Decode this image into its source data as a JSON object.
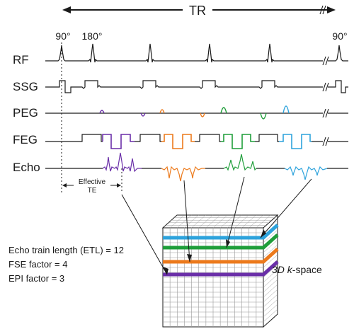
{
  "diagram": {
    "tr_label": "TR",
    "rows": [
      "RF",
      "SSG",
      "PEG",
      "FEG",
      "Echo"
    ],
    "angles": {
      "excite": "90°",
      "refocus": "180°",
      "next_excite": "90°"
    },
    "effective_te": {
      "line1": "Effective",
      "line2": "TE"
    },
    "notes": [
      "Echo train length (ETL) = 12",
      "FSE factor = 4",
      "EPI factor = 3"
    ],
    "kspace": {
      "prefix": "3D ",
      "k": "k",
      "suffix": "-space"
    },
    "colors": {
      "purple": "#6a2fa8",
      "orange": "#ec7a1c",
      "green": "#1f9e3a",
      "blue": "#2ea3dc",
      "black": "#1a1a1a",
      "grid_line": "#9a9a9a"
    }
  }
}
